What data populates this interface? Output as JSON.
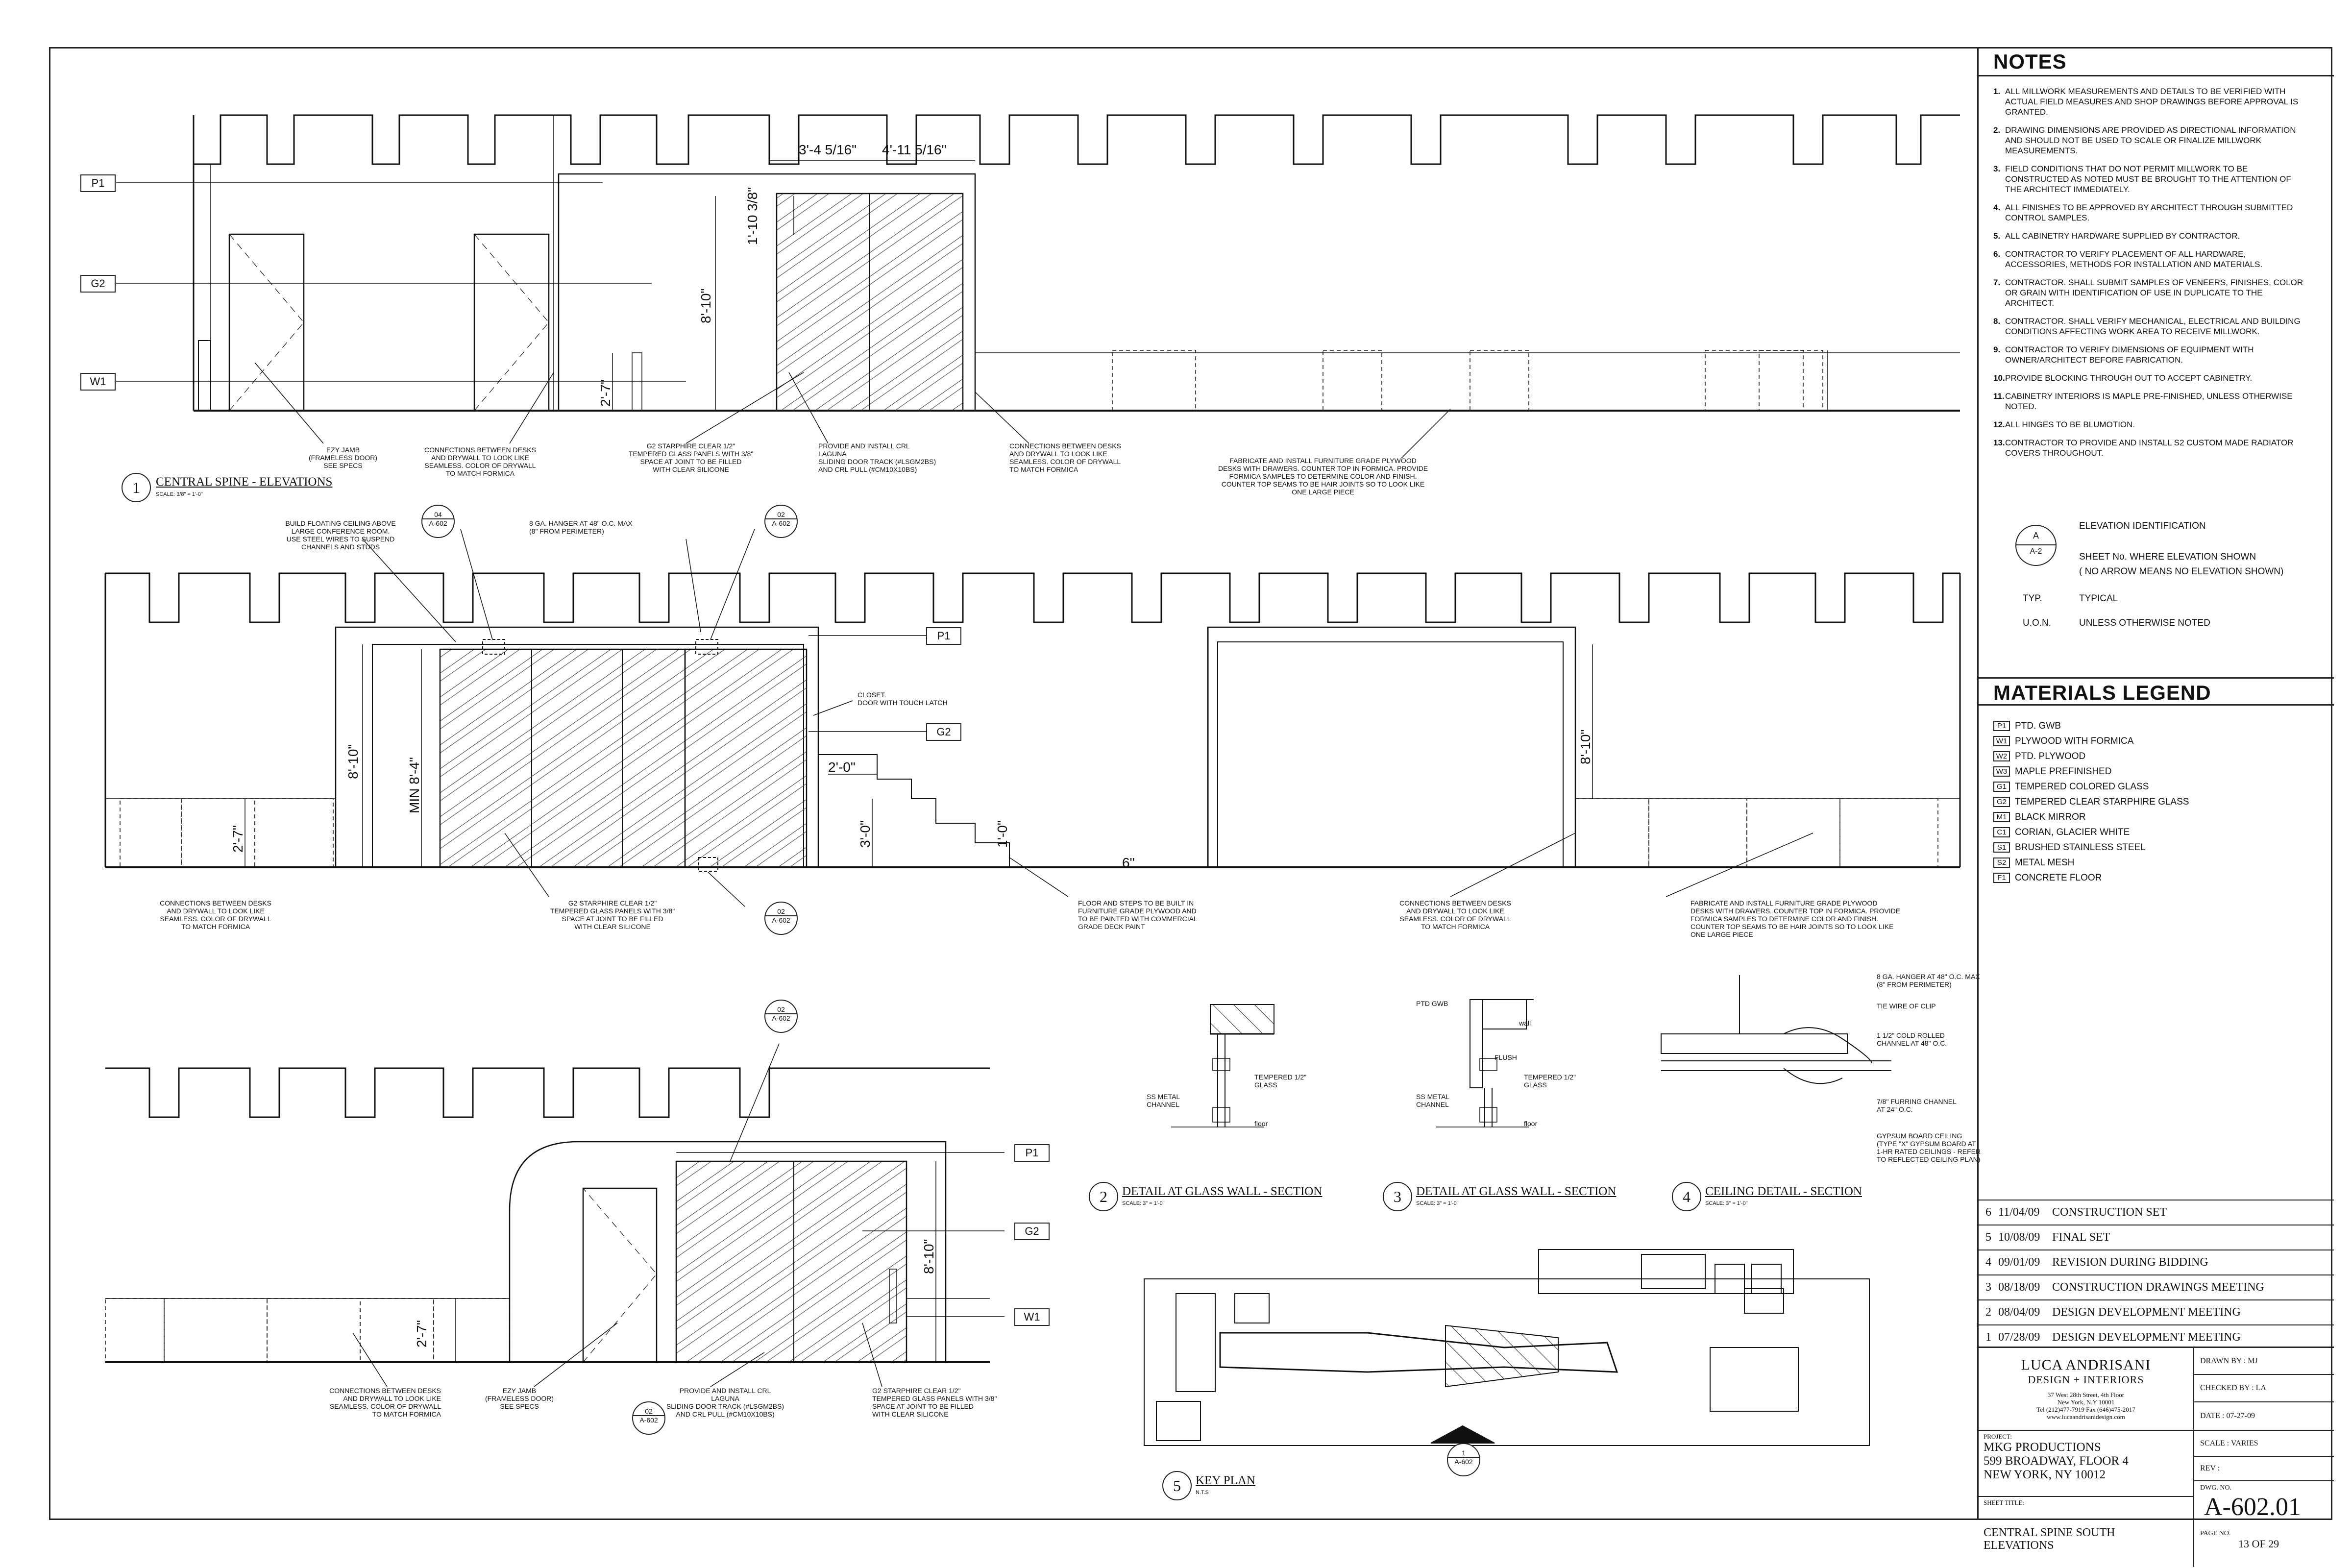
{
  "notes": {
    "heading": "NOTES",
    "items": [
      {
        "num": "1.",
        "text": "ALL MILLWORK MEASUREMENTS AND DETAILS TO BE VERIFIED WITH ACTUAL FIELD MEASURES AND SHOP DRAWINGS BEFORE APPROVAL IS GRANTED."
      },
      {
        "num": "2.",
        "text": "DRAWING DIMENSIONS ARE PROVIDED AS DIRECTIONAL INFORMATION AND SHOULD NOT BE USED TO SCALE OR FINALIZE MILLWORK MEASUREMENTS."
      },
      {
        "num": "3.",
        "text": "FIELD CONDITIONS THAT DO NOT PERMIT MILLWORK TO BE CONSTRUCTED AS NOTED MUST BE BROUGHT TO THE ATTENTION OF THE ARCHITECT IMMEDIATELY."
      },
      {
        "num": "4.",
        "text": "ALL FINISHES TO BE APPROVED BY ARCHITECT THROUGH SUBMITTED CONTROL SAMPLES."
      },
      {
        "num": "5.",
        "text": "ALL CABINETRY HARDWARE SUPPLIED BY CONTRACTOR."
      },
      {
        "num": "6.",
        "text": "CONTRACTOR TO VERIFY PLACEMENT OF ALL HARDWARE, ACCESSORIES, METHODS FOR INSTALLATION AND MATERIALS."
      },
      {
        "num": "7.",
        "text": "CONTRACTOR. SHALL SUBMIT SAMPLES OF VENEERS, FINISHES, COLOR OR GRAIN WITH IDENTIFICATION OF USE IN DUPLICATE TO THE ARCHITECT."
      },
      {
        "num": "8.",
        "text": "CONTRACTOR. SHALL VERIFY MECHANICAL, ELECTRICAL AND BUILDING CONDITIONS AFFECTING WORK AREA TO RECEIVE MILLWORK."
      },
      {
        "num": "9.",
        "text": "CONTRACTOR TO VERIFY DIMENSIONS OF EQUIPMENT WITH OWNER/ARCHITECT BEFORE FABRICATION."
      },
      {
        "num": "10.",
        "text": "PROVIDE BLOCKING THROUGH OUT TO ACCEPT CABINETRY."
      },
      {
        "num": "11.",
        "text": "CABINETRY INTERIORS IS MAPLE PRE-FINISHED, UNLESS OTHERWISE NOTED."
      },
      {
        "num": "12.",
        "text": "ALL HINGES TO BE BLUMOTION."
      },
      {
        "num": "13.",
        "text": "CONTRACTOR TO PROVIDE AND INSTALL S2 CUSTOM MADE RADIATOR COVERS THROUGHOUT."
      }
    ]
  },
  "symbols": {
    "elev_a": "A",
    "elev_sheet": "A-2",
    "elev_id": "ELEVATION IDENTIFICATION",
    "sheet_shown": "SHEET No. WHERE ELEVATION SHOWN",
    "no_arrow": "( NO ARROW MEANS NO ELEVATION SHOWN)",
    "typ_abbr": "TYP.",
    "typ_text": "TYPICAL",
    "uon_abbr": "U.O.N.",
    "uon_text": "UNLESS OTHERWISE NOTED"
  },
  "legend": {
    "heading": "MATERIALS LEGEND",
    "items": [
      {
        "code": "P1",
        "label": "PTD. GWB"
      },
      {
        "code": "W1",
        "label": "PLYWOOD WITH FORMICA"
      },
      {
        "code": "W2",
        "label": "PTD. PLYWOOD"
      },
      {
        "code": "W3",
        "label": "MAPLE PREFINISHED"
      },
      {
        "code": "G1",
        "label": "TEMPERED COLORED GLASS"
      },
      {
        "code": "G2",
        "label": "TEMPERED CLEAR STARPHIRE GLASS"
      },
      {
        "code": "M1",
        "label": "BLACK MIRROR"
      },
      {
        "code": "C1",
        "label": "CORIAN, GLACIER WHITE"
      },
      {
        "code": "S1",
        "label": "BRUSHED STAINLESS STEEL"
      },
      {
        "code": "S2",
        "label": "METAL MESH"
      },
      {
        "code": "F1",
        "label": "CONCRETE FLOOR"
      }
    ]
  },
  "revisions": [
    {
      "num": "6",
      "date": "11/04/09",
      "desc": "CONSTRUCTION SET"
    },
    {
      "num": "5",
      "date": "10/08/09",
      "desc": "FINAL SET"
    },
    {
      "num": "4",
      "date": "09/01/09",
      "desc": "REVISION DURING BIDDING"
    },
    {
      "num": "3",
      "date": "08/18/09",
      "desc": "CONSTRUCTION DRAWINGS MEETING"
    },
    {
      "num": "2",
      "date": "08/04/09",
      "desc": "DESIGN DEVELOPMENT MEETING"
    },
    {
      "num": "1",
      "date": "07/28/09",
      "desc": "DESIGN DEVELOPMENT MEETING"
    }
  ],
  "firm": {
    "name": "LUCA ANDRISANI",
    "tagline": "DESIGN + INTERIORS",
    "addr1": "37 West 28th Street, 4th Floor",
    "addr2": "New York, N.Y 10001",
    "phone": "Tel (212)477-7919        Fax (646)475-2017",
    "web": "www.lucaandrisanidesign.com"
  },
  "meta": {
    "drawn_by": "DRAWN BY : MJ",
    "checked_by": "CHECKED BY : LA",
    "date": "DATE : 07-27-09",
    "scale": "SCALE : VARIES",
    "rev": "REV :"
  },
  "project": {
    "label": "PROJECT:",
    "line1": "MKG PRODUCTIONS",
    "line2": "599 BROADWAY, FLOOR 4",
    "line3": "NEW YORK,  NY 10012"
  },
  "sheet": {
    "title_label": "SHEET TITLE:",
    "title1": "CENTRAL SPINE SOUTH",
    "title2": "ELEVATIONS",
    "dwg_label": "DWG. NO.",
    "dwg_no": "A-602.01",
    "page_label": "PAGE NO.",
    "page_no": "13 OF 29"
  },
  "views": {
    "v1": {
      "num": "1",
      "title": "CENTRAL SPINE - ELEVATIONS",
      "scale": "SCALE: 3/8\" = 1'-0\""
    },
    "v2": {
      "num": "2",
      "title": "DETAIL AT GLASS WALL - SECTION",
      "scale": "SCALE: 3\" = 1'-0\""
    },
    "v3": {
      "num": "3",
      "title": "DETAIL AT GLASS WALL - SECTION",
      "scale": "SCALE: 3\" = 1'-0\""
    },
    "v4": {
      "num": "4",
      "title": "CEILING DETAIL - SECTION",
      "scale": "SCALE: 3\" = 1'-0\""
    },
    "v5": {
      "num": "5",
      "title": "KEY PLAN",
      "scale": "N.T.S"
    }
  },
  "tags": {
    "p1": "P1",
    "g2": "G2",
    "w1": "W1"
  },
  "dims": {
    "d1": "3'-4 5/16\"",
    "d2": "4'-11 5/16\"",
    "d3": "1'-10 3/8\"",
    "d4": "8'-10\"",
    "d5": "2'-7\"",
    "d6": "8'-10\"",
    "d7": "MIN 8'-4\"",
    "d8": "2'-7\"",
    "d9": "2'-0\"",
    "d10": "3'-0\"",
    "d11": "1'-0\"",
    "d12": "6\"",
    "d13": "8'-10\"",
    "d14": "8'-10\"",
    "d15": "2'-7\""
  },
  "callouts": {
    "ezy_jamb": "EZY JAMB\n(FRAMELESS DOOR)\nSEE SPECS",
    "conn_desks": "CONNECTIONS BETWEEN DESKS\nAND DRYWALL TO LOOK LIKE\nSEAMLESS. COLOR OF DRYWALL\nTO MATCH FORMICA",
    "g2_panels": "G2 STARPHIRE CLEAR 1/2\"\nTEMPERED GLASS PANELS WITH 3/8\"\nSPACE AT JOINT TO BE FILLED\nWITH CLEAR SILICONE",
    "crl": "PROVIDE AND INSTALL CRL\nLAGUNA\nSLIDING DOOR TRACK (#LSGM2BS)\nAND CRL PULL (#CM10X10BS)",
    "furniture": "FABRICATE AND INSTALL FURNITURE GRADE PLYWOOD\nDESKS WITH DRAWERS. COUNTER TOP IN FORMICA. PROVIDE\nFORMICA SAMPLES TO DETERMINE COLOR AND FINISH.\nCOUNTER TOP SEAMS TO BE HAIR JOINTS SO TO LOOK LIKE\nONE LARGE PIECE",
    "floating_ceiling": "BUILD FLOATING CEILING ABOVE\nLARGE CONFERENCE ROOM.\nUSE STEEL WIRES TO SUSPEND\nCHANNELS AND STUDS",
    "hanger": "8 GA. HANGER AT 48\" O.C. MAX\n(8\" FROM PERIMETER)",
    "closet": "CLOSET.\nDOOR WITH TOUCH LATCH",
    "floor_steps": "FLOOR AND STEPS TO BE BUILT IN\nFURNITURE GRADE PLYWOOD AND\nTO BE PAINTED WITH COMMERCIAL\nGRADE DECK PAINT",
    "ptd_gwb": "PTD GWB",
    "tempered_glass": "TEMPERED 1/2\"\nGLASS",
    "ss_channel": "SS METAL\nCHANNEL",
    "floor": "floor",
    "flush": "FLUSH",
    "wall": "wall",
    "tie_wire": "TIE WIRE OF CLIP",
    "cold_rolled": "1 1/2\" COLD ROLLED\nCHANNEL AT 48\" O.C.",
    "furring": "7/8\" FURRING CHANNEL\nAT 24\" O.C.",
    "gypsum": "GYPSUM BOARD CEILING\n(TYPE \"X\" GYPSUM BOARD AT\n1-HR RATED CEILINGS - REFER\nTO REFLECTED CEILING PLAN)"
  },
  "bubbles": {
    "b04": "04",
    "b02": "02",
    "sheet": "A-602",
    "key_num": "1",
    "key_sheet": "A-602"
  }
}
